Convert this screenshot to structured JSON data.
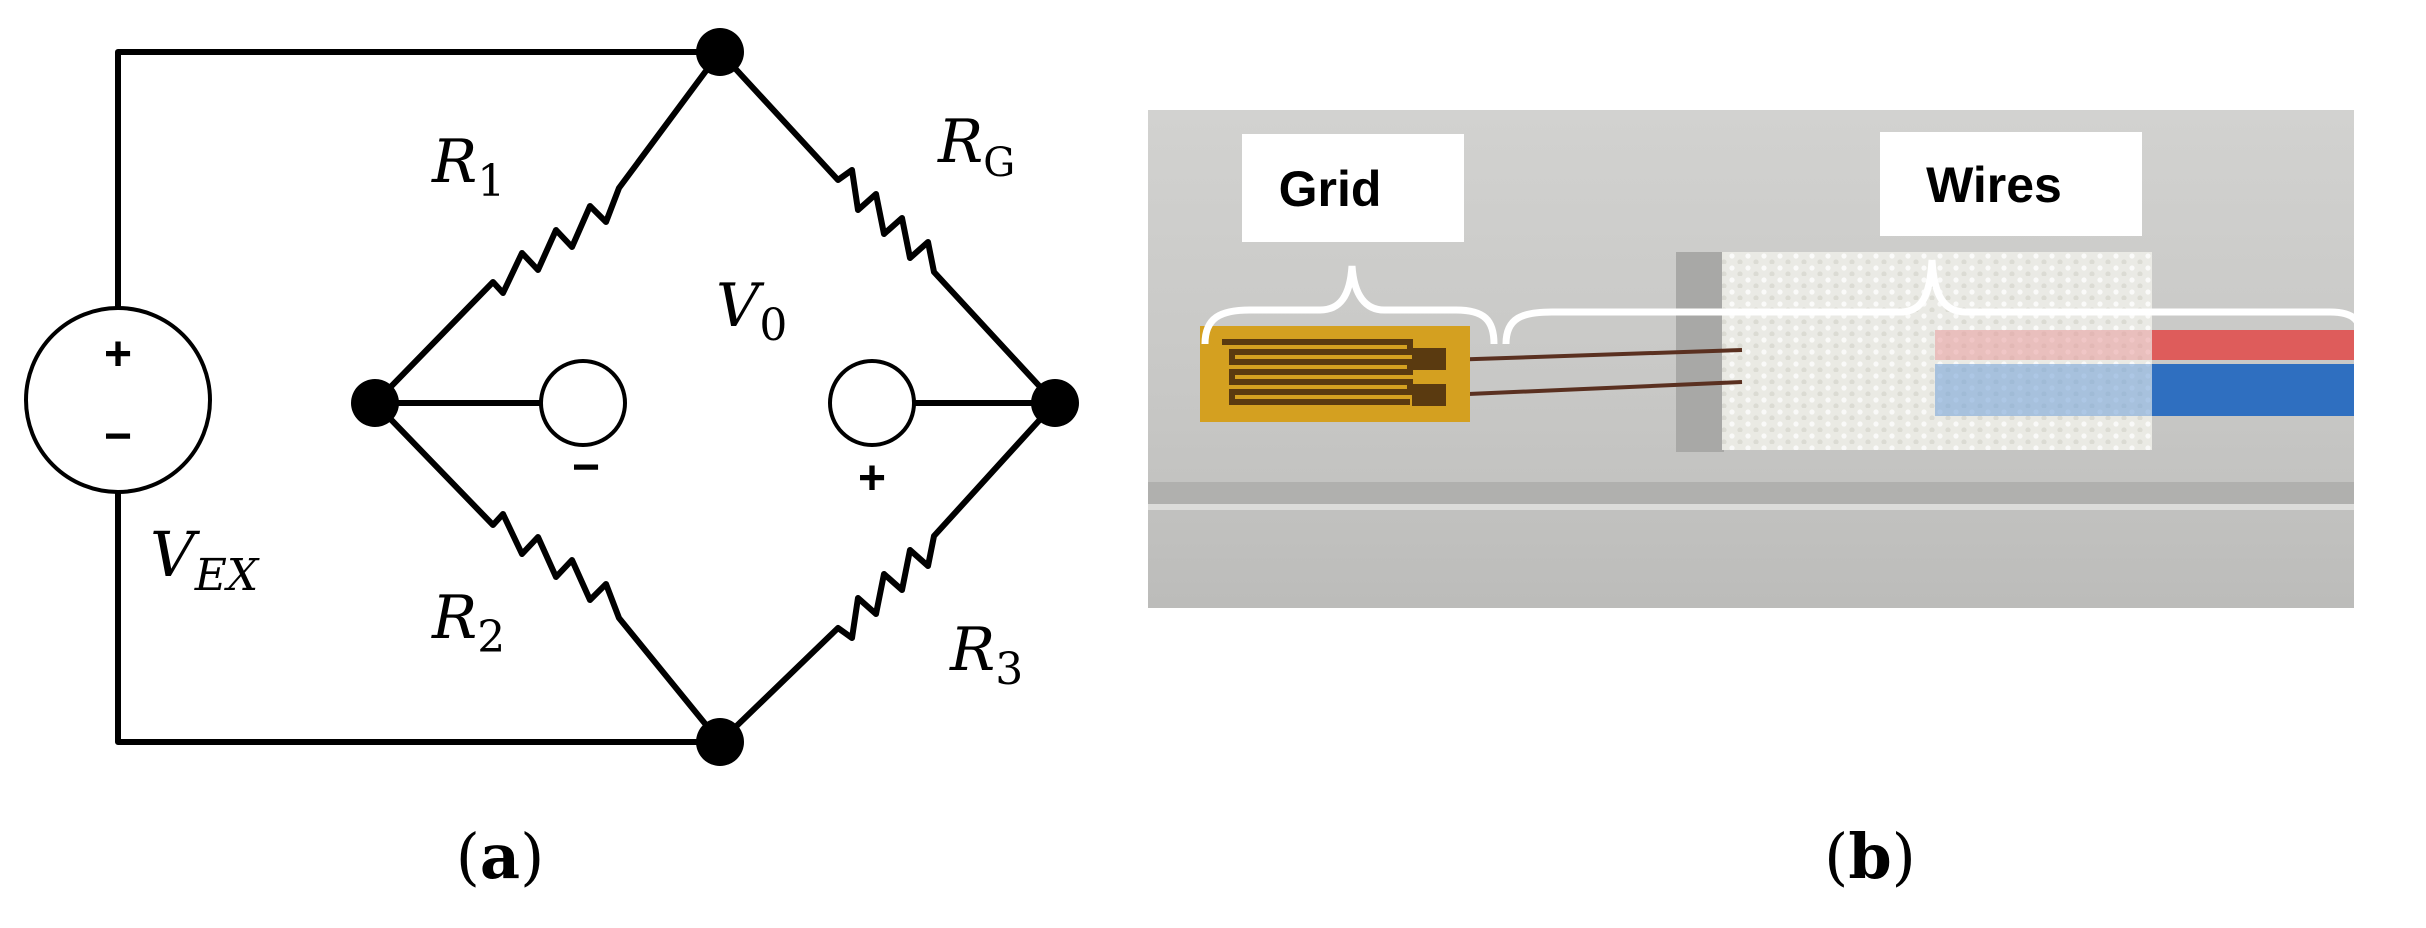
{
  "panel_a": {
    "caption": {
      "open": "(",
      "letter": "a",
      "close": ")"
    },
    "resistors": {
      "r1": {
        "base": "R",
        "sub": "1"
      },
      "r2": {
        "base": "R",
        "sub": "2"
      },
      "r3": {
        "base": "R",
        "sub": "3"
      },
      "rg": {
        "base": "R",
        "sub": "G"
      }
    },
    "output_voltage": {
      "base": "V",
      "sub": "0"
    },
    "excitation_voltage": {
      "base": "V",
      "sub": "EX"
    },
    "source_signs": {
      "plus": "+",
      "minus": "−"
    },
    "output_signs": {
      "minus": "−",
      "plus": "+"
    }
  },
  "panel_b": {
    "caption": {
      "open": "(",
      "letter": "b",
      "close": ")"
    },
    "labels": {
      "grid": "Grid",
      "wires": "Wires"
    },
    "colors": {
      "background": "#c9c9c7",
      "gauge_backing": "#d4a020",
      "gauge_trace": "#5a3a10",
      "red_wire": "#e0504f",
      "blue_wire": "#2f6fc0",
      "tape": "#e8e8e2"
    }
  }
}
